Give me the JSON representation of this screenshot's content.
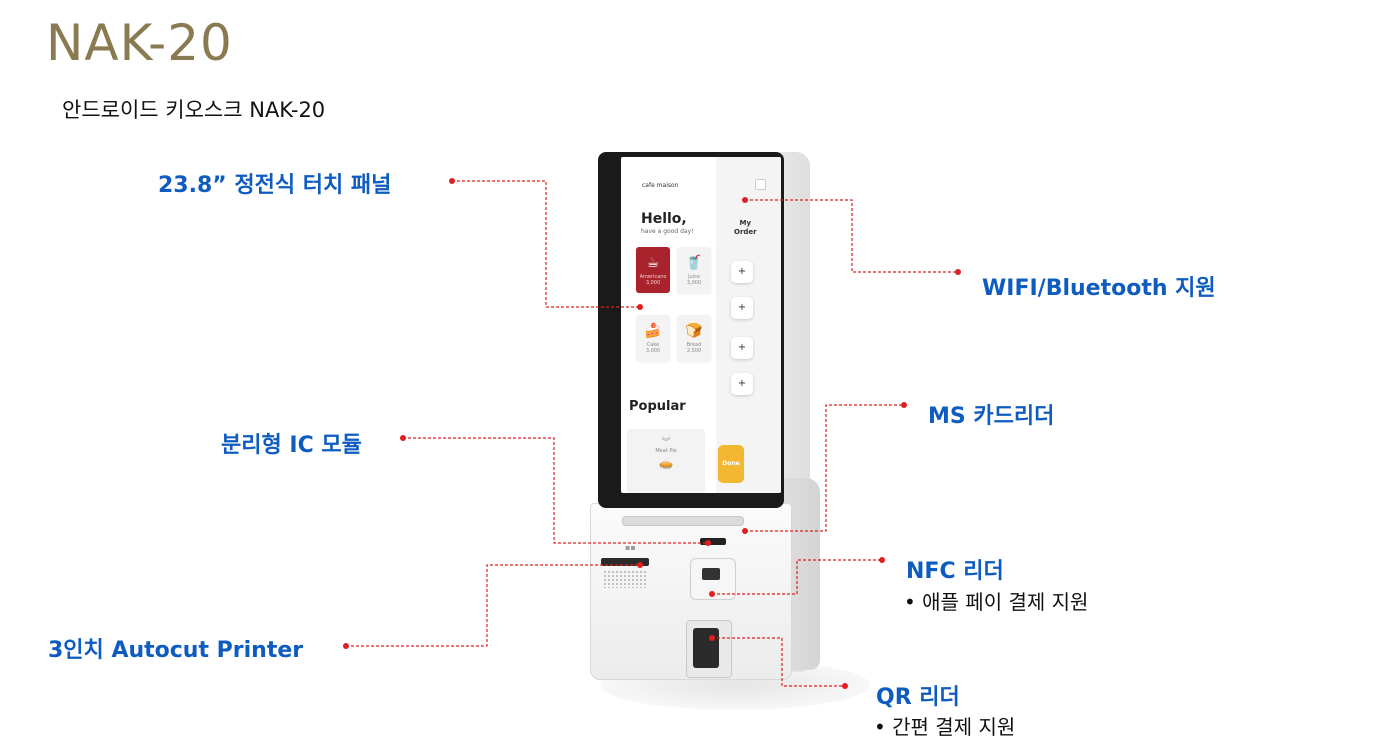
{
  "header": {
    "title": "NAK-20",
    "subtitle": "안드로이드 키오스크 NAK-20"
  },
  "callouts": {
    "touch_panel": "23.8” 정전식 터치 패널",
    "wifi": "WIFI/Bluetooth 지원",
    "ms_reader": "MS 카드리더",
    "ic_module": "분리형 IC 모듈",
    "nfc_reader": "NFC 리더",
    "nfc_sub": "• 애플 페이 결제 지원",
    "printer": "3인치 Autocut Printer",
    "qr_reader": "QR 리더",
    "qr_sub": "• 간편 결제 지원"
  },
  "screen": {
    "brand": "cafe maison",
    "greeting": "Hello,",
    "tagline": "have a good day!",
    "my_order_line1": "My",
    "my_order_line2": "Order",
    "items": [
      {
        "name": "Americano",
        "price": "3,000",
        "icon": "coffee-cup-icon"
      },
      {
        "name": "Juice",
        "price": "3,000",
        "icon": "juice-glass-icon"
      },
      {
        "name": "Cake",
        "price": "3,000",
        "icon": "cake-slice-icon"
      },
      {
        "name": "Bread",
        "price": "2,500",
        "icon": "bread-icon"
      }
    ],
    "plus_label": "+",
    "popular": "Popular",
    "popular_item": "Meat Pie",
    "done": "Done"
  },
  "colors": {
    "title": "#8a7a52",
    "callout": "#0f5cc0",
    "leader_line": "#e02020",
    "active_tile": "#a9232d",
    "done_button": "#f4b731"
  }
}
